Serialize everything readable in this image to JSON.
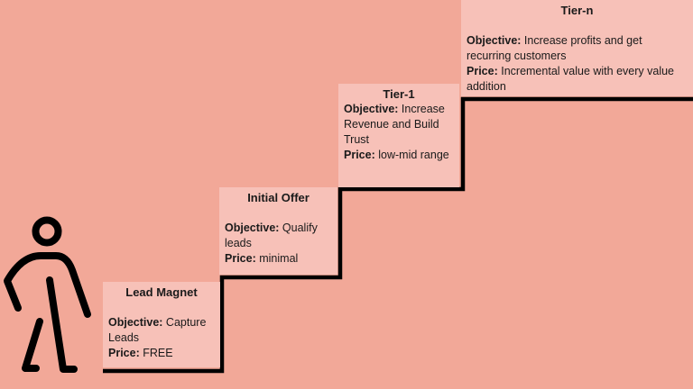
{
  "colors": {
    "background": "#f2a898",
    "box_fill": "#f7c1b8",
    "stair_line": "#000000",
    "figure": "#000000"
  },
  "steps": [
    {
      "title": "Lead Magnet",
      "objective_label": "Objective:",
      "objective": "Capture Leads",
      "price_label": "Price:",
      "price": "FREE"
    },
    {
      "title": "Initial Offer",
      "objective_label": "Objective:",
      "objective": "Qualify leads",
      "price_label": "Price:",
      "price": "minimal"
    },
    {
      "title": "Tier-1",
      "objective_label": "Objective:",
      "objective": "Increase Revenue and Build Trust",
      "price_label": "Price:",
      "price": "low-mid range"
    },
    {
      "title": "Tier-n",
      "objective_label": "Objective:",
      "objective": "Increase profits and get recurring customers",
      "price_label": "Price:",
      "price": "Incremental value with every value addition"
    }
  ],
  "figure": {
    "icon": "walking-person-icon"
  }
}
